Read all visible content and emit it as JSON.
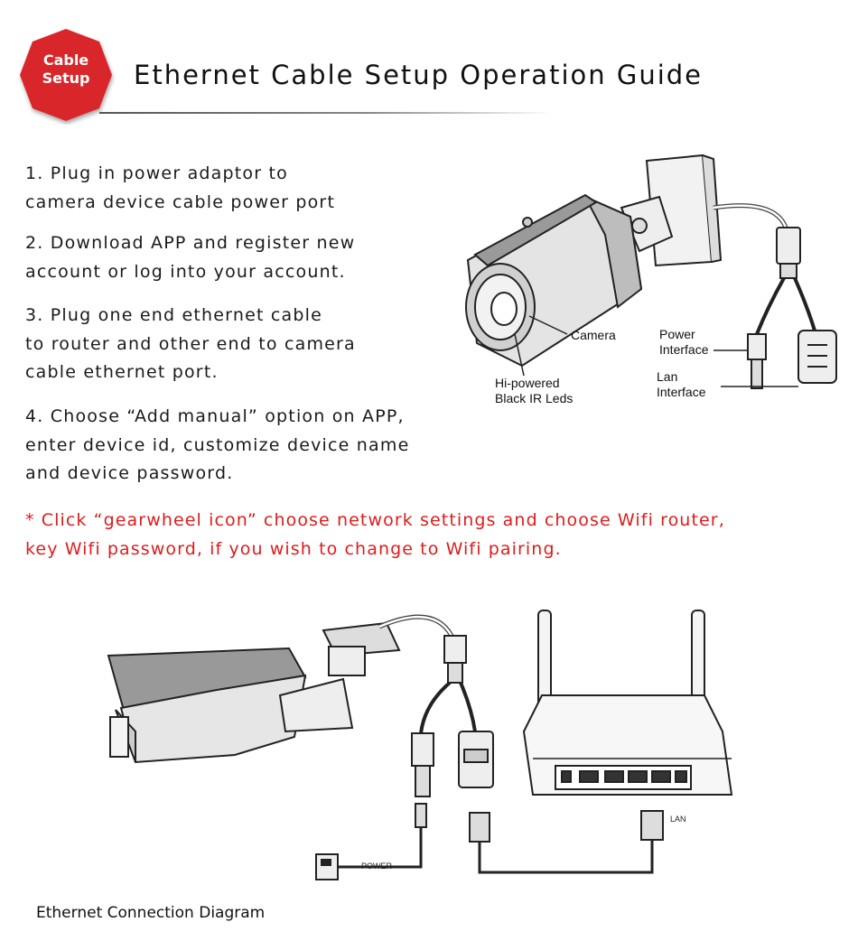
{
  "badge": {
    "line1": "Cable",
    "line2": "Setup"
  },
  "title": "Ethernet Cable Setup Operation Guide",
  "steps": [
    {
      "line1": "1. Plug in power adaptor to",
      "line2": "camera device cable power port"
    },
    {
      "line1": "2. Download APP and register new",
      "line2": "account or log into your account."
    },
    {
      "line1": "3. Plug one end ethernet cable",
      "line2": "to router and other end to camera",
      "line3": "cable ethernet port."
    },
    {
      "line1": "4. Choose “Add manual” option on APP,",
      "line2": "enter device id, customize device name",
      "line3": "and device password."
    }
  ],
  "note": {
    "line1": "* Click “gearwheel icon” choose network settings and choose Wifi router,",
    "line2": "key Wifi password, if you wish to change to Wifi pairing."
  },
  "camera_labels": {
    "camera": "Camera",
    "power_line1": "Power",
    "power_line2": "Interface",
    "lan_line1": "Lan",
    "lan_line2": "Interface",
    "leds_line1": "Hi-powered",
    "leds_line2": "Black IR Leds"
  },
  "diagram_labels": {
    "power": "POWER",
    "lan": "LAN"
  },
  "caption": "Ethernet Connection Diagram",
  "colors": {
    "badge_red": "#d9262b",
    "note_red": "#e01b1b"
  }
}
